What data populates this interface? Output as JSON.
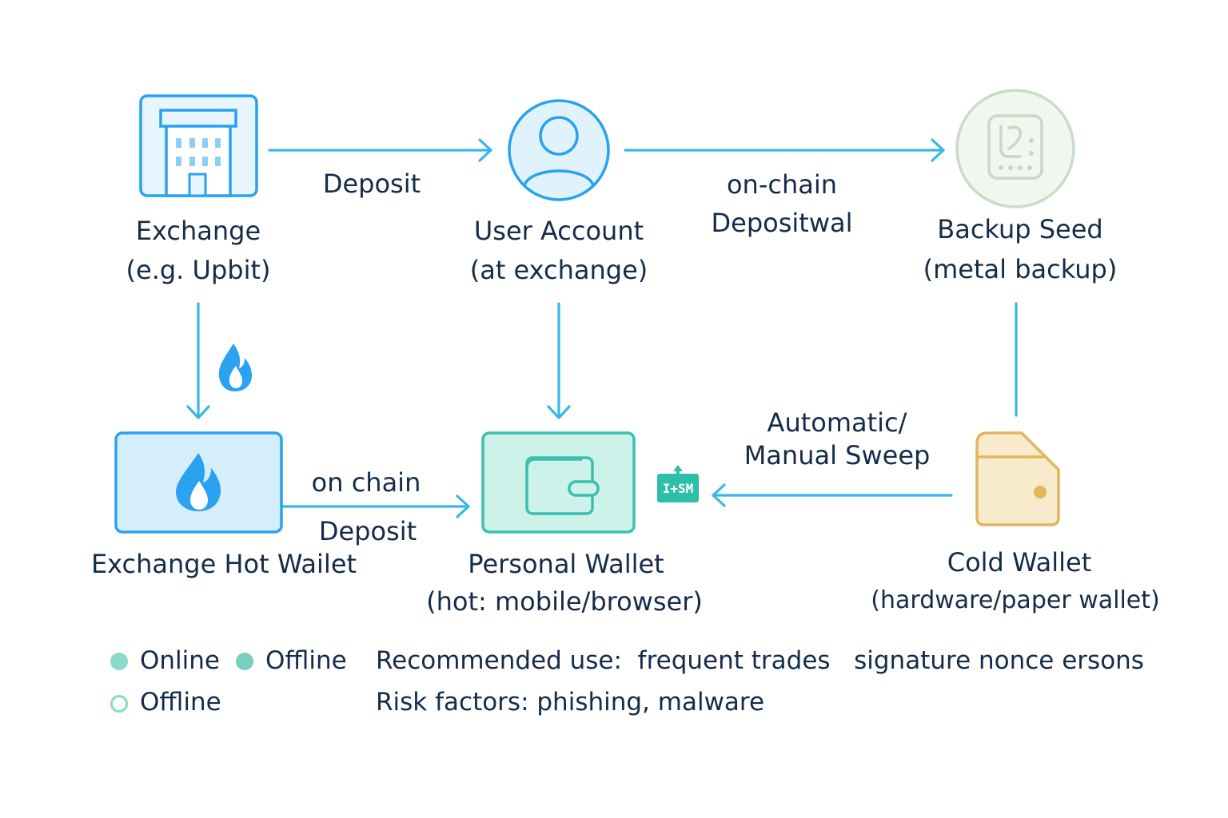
{
  "nodes": {
    "exchange": {
      "title": "Exchange",
      "subtitle": "(e.g. Upbit)"
    },
    "user_account": {
      "title": "User Account",
      "subtitle": "(at exchange)"
    },
    "backup_seed": {
      "title": "Backup Seed",
      "subtitle": "(metal backup)"
    },
    "exchange_hot_wallet": {
      "title": "Exchange Hot Wailet"
    },
    "personal_wallet": {
      "title": "Personal Wallet",
      "subtitle": "(hot: mobile/browser)"
    },
    "cold_wallet": {
      "title": "Cold Wallet",
      "subtitle": "(hardware/paper wallet)"
    }
  },
  "edges": {
    "exchange_to_user": {
      "label": "Deposit"
    },
    "user_to_backup": {
      "label_line1": "on-chain",
      "label_line2": "Depositwal"
    },
    "hot_to_personal": {
      "label_line1": "on chain",
      "label_line2": "Deposit"
    },
    "cold_to_personal": {
      "label_line1": "Automatic/",
      "label_line2": "Manual Sweep"
    }
  },
  "hsm_badge": "I+SM",
  "legend": {
    "items": [
      {
        "label": "Online",
        "style": "filled",
        "color": "#8ad9cb"
      },
      {
        "label": "Offline",
        "style": "filled",
        "color": "#78cfc0"
      },
      {
        "label": "Offline",
        "style": "outline",
        "color": "#8ad9cb"
      }
    ],
    "recommended_use": "Recommended use:  frequent trades   signature nonce ersons",
    "risk_factors": "Risk factors: phishing, malware"
  },
  "colors": {
    "arrow": "#38b6e6",
    "exchange_blue": "#2aa2ef",
    "exchange_fill": "#e6f5fe",
    "hot_wallet_fill": "#d4eefc",
    "personal_wallet_stroke": "#3bc0ae",
    "personal_wallet_fill": "#cdf2ea",
    "backup_seed_stroke": "#c9dcc8",
    "backup_seed_fill": "#f1f6ef",
    "cold_wallet_stroke": "#e0b75e",
    "cold_wallet_fill": "#f7ebcb",
    "hsm_badge": "#2ebfa8",
    "text": "#142c49"
  },
  "icons": {
    "exchange": "building-icon",
    "user_account": "user-avatar-icon",
    "backup_seed": "seed-card-icon",
    "exchange_hot_wallet": "flame-icon",
    "personal_wallet": "wallet-icon",
    "cold_wallet": "cold-wallet-icon",
    "hot_marker": "flame-icon",
    "hsm": "hsm-icon"
  }
}
